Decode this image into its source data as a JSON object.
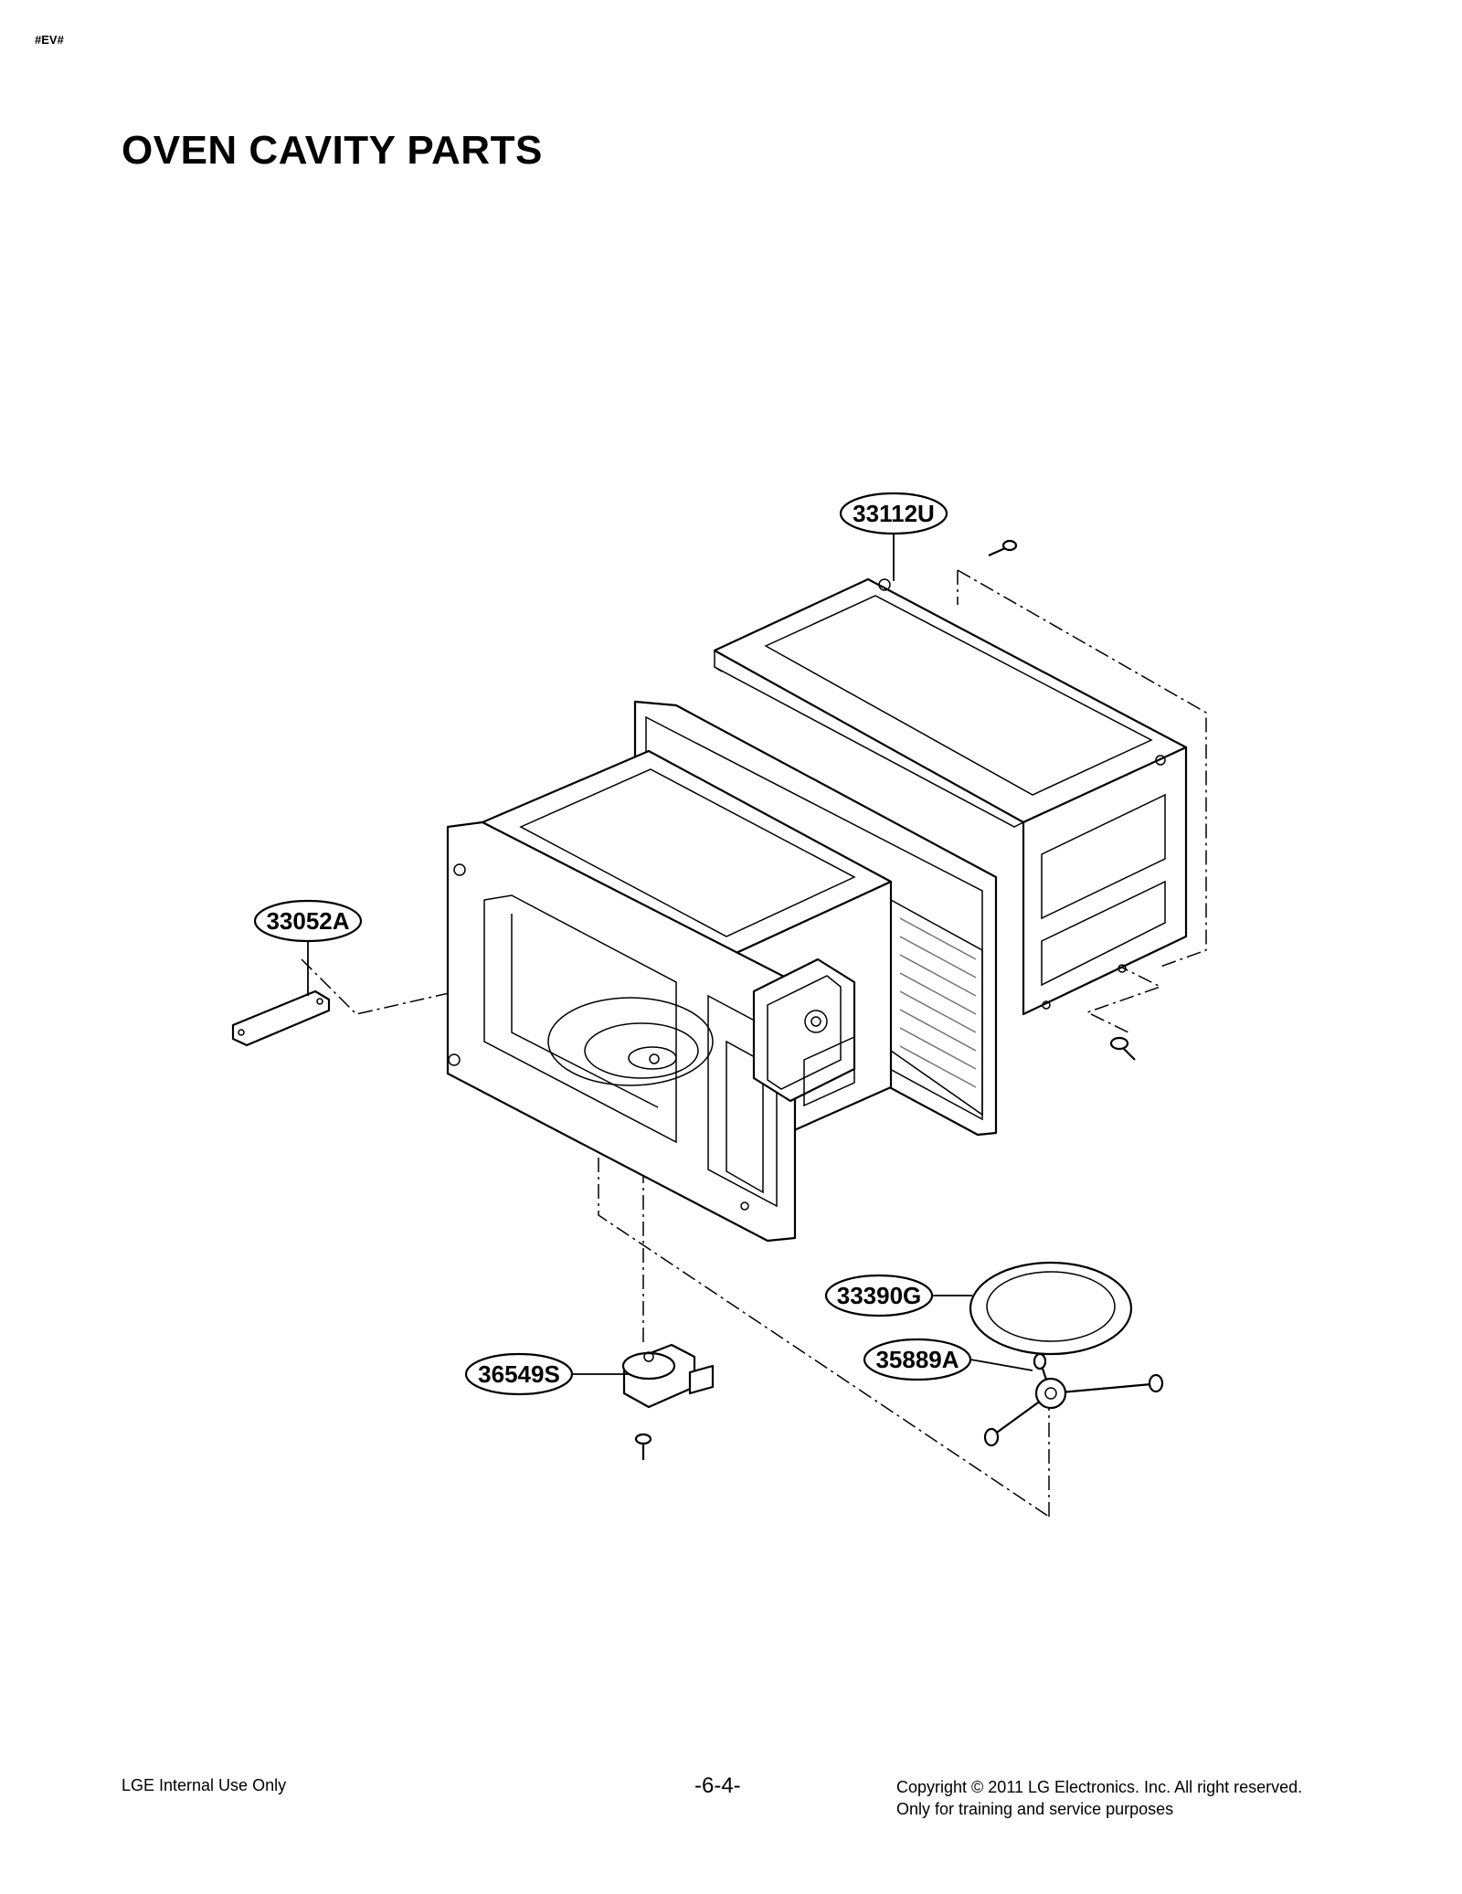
{
  "header": {
    "corner_tag": "#EV#",
    "title": "OVEN CAVITY PARTS"
  },
  "callouts": [
    {
      "id": "cabinet",
      "label": "33112U"
    },
    {
      "id": "cover",
      "label": "33052A"
    },
    {
      "id": "tray",
      "label": "33390G"
    },
    {
      "id": "roller",
      "label": "35889A"
    },
    {
      "id": "motor",
      "label": "36549S"
    }
  ],
  "footer": {
    "left": "LGE Internal Use Only",
    "page": "-6-4-",
    "copyright": "Copyright © 2011 LG Electronics. Inc. All right reserved.",
    "purpose": "Only for training and service purposes"
  }
}
